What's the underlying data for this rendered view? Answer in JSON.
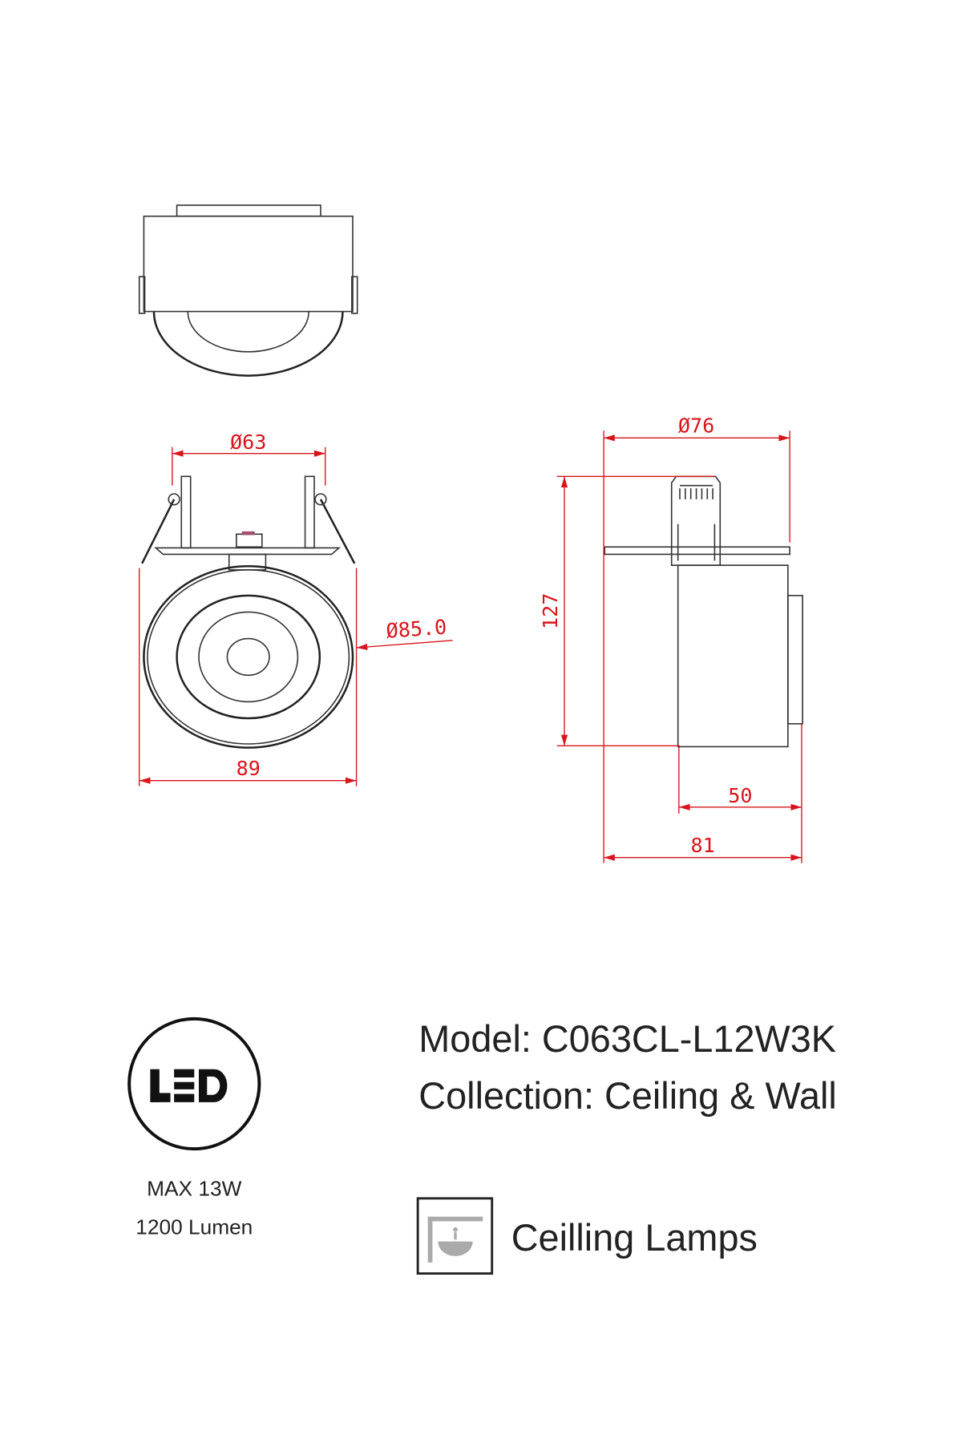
{
  "dimensions": {
    "d63": "Ø63",
    "d76": "Ø76",
    "d85": "Ø85.0",
    "w89": "89",
    "h127": "127",
    "d50": "50",
    "d81": "81"
  },
  "badge": {
    "logo_text": "LED",
    "power": "MAX 13W",
    "lumen": "1200 Lumen"
  },
  "info": {
    "model": "Model: C063CL-L12W3K",
    "collection": "Collection: Ceiling & Wall",
    "category": "Ceilling Lamps"
  },
  "colors": {
    "dimension": "#d9141b",
    "line": "#333333"
  }
}
